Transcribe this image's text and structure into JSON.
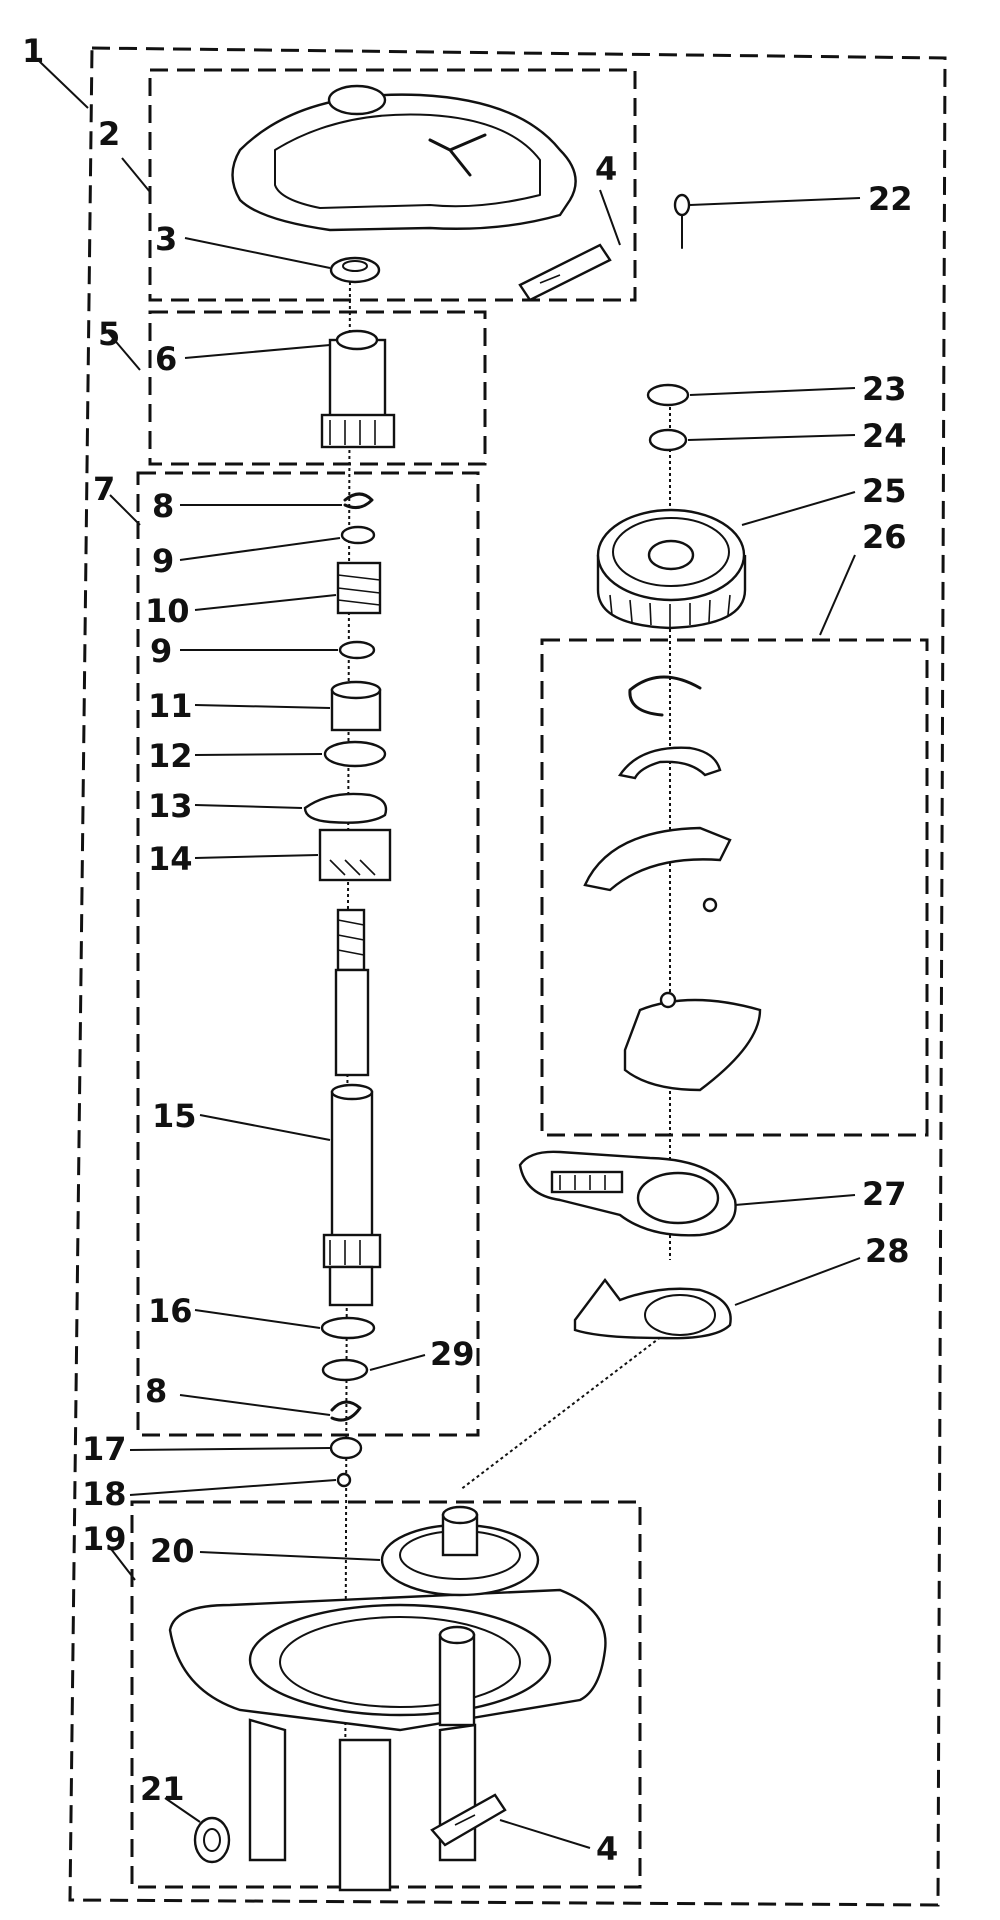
{
  "callouts": {
    "c1": "1",
    "c2": "2",
    "c3": "3",
    "c4a": "4",
    "c4b": "4",
    "c5": "5",
    "c6": "6",
    "c7": "7",
    "c8a": "8",
    "c8b": "8",
    "c9a": "9",
    "c9b": "9",
    "c10": "10",
    "c11": "11",
    "c12": "12",
    "c13": "13",
    "c14": "14",
    "c15": "15",
    "c16": "16",
    "c17": "17",
    "c18": "18",
    "c19": "19",
    "c20": "20",
    "c21": "21",
    "c22": "22",
    "c23": "23",
    "c24": "24",
    "c25": "25",
    "c26": "26",
    "c27": "27",
    "c28": "28",
    "c29": "29"
  }
}
